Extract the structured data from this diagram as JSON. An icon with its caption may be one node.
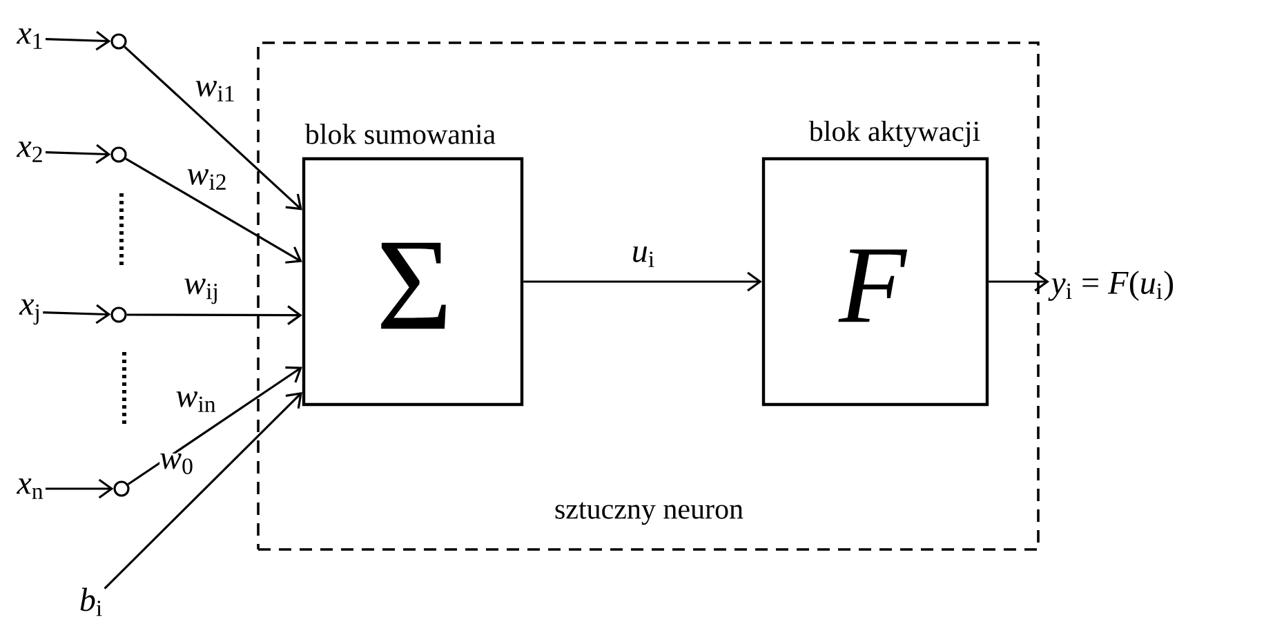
{
  "diagram": {
    "nodes": [
      {
        "text": [
          "sztuczny neuron"
        ]
      },
      {
        "text": [
          "blok sumowania",
          "Σ"
        ],
        "in": 0
      },
      {
        "text": [
          "blok aktywacji",
          "F"
        ],
        "in": 0
      },
      {
        "text": [
          "*x*$_{1}$"
        ]
      },
      {
        "text": [],
        "shape": "circle"
      },
      {
        "text": [
          "*x*$_{2}$"
        ]
      },
      {
        "text": [],
        "shape": "circle"
      },
      {
        "text": [
          "*x*$_{j}$"
        ]
      },
      {
        "text": [],
        "shape": "circle"
      },
      {
        "text": [
          "*x*$_{n}$"
        ]
      },
      {
        "text": [],
        "shape": "circle"
      },
      {
        "text": [
          "*b*$_{i}$"
        ]
      },
      {
        "text": [
          "*y*$_{i}$ = *F*(*u*$_{i}$)"
        ]
      }
    ],
    "edges": [
      {
        "from": 3,
        "to": 4,
        "arrow": "to"
      },
      {
        "from": 4,
        "to": 1,
        "arrow": "to",
        "label": "*w*$_{i1}$"
      },
      {
        "from": 5,
        "to": 6,
        "arrow": "to"
      },
      {
        "from": 6,
        "to": 1,
        "arrow": "to",
        "label": "*w*$_{i2}$"
      },
      {
        "from": 7,
        "to": 8,
        "arrow": "to"
      },
      {
        "from": 8,
        "to": 1,
        "arrow": "to",
        "label": "*w*$_{ij}$"
      },
      {
        "from": 9,
        "to": 10,
        "arrow": "to"
      },
      {
        "from": 10,
        "to": 1,
        "arrow": "to",
        "label": "*w*$_{in}$"
      },
      {
        "from": 11,
        "to": 1,
        "arrow": "to",
        "label": "*w*$_{0}$"
      },
      {
        "from": 1,
        "to": 2,
        "arrow": "to",
        "label": "*u*$_{i}$"
      },
      {
        "from": 2,
        "to": 12,
        "arrow": "to"
      }
    ]
  }
}
